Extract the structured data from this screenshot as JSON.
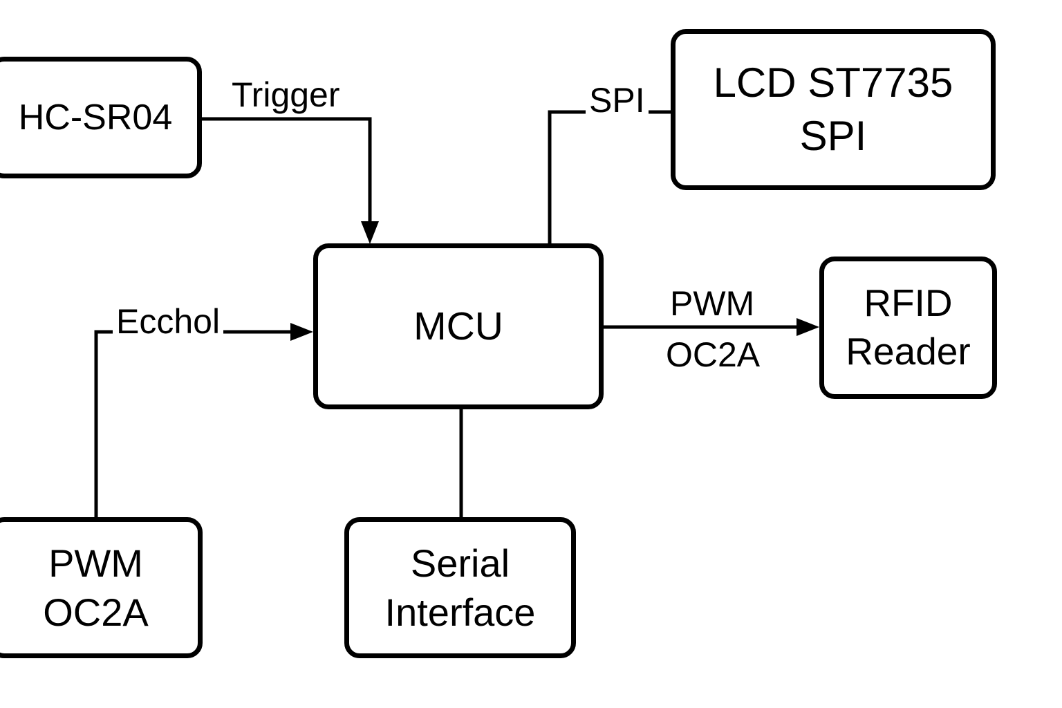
{
  "diagram": {
    "colors": {
      "stroke": "#000000",
      "background": "#ffffff"
    },
    "nodes": [
      {
        "id": "hc-sr04",
        "label_lines": [
          "HC-SR04"
        ]
      },
      {
        "id": "mcu",
        "label_lines": [
          "MCU"
        ]
      },
      {
        "id": "lcd-st7735-spi",
        "label_lines": [
          "LCD ST7735",
          "SPI"
        ]
      },
      {
        "id": "rfid-reader",
        "label_lines": [
          "RFID",
          "Reader"
        ]
      },
      {
        "id": "pwm-oc2a",
        "label_lines": [
          "PWM",
          "OC2A"
        ]
      },
      {
        "id": "serial-interface",
        "label_lines": [
          "Serial",
          "Interface"
        ]
      }
    ],
    "edges": [
      {
        "id": "trigger",
        "from": "HC-SR04",
        "to": "MCU",
        "label": "Trigger",
        "arrowhead": true
      },
      {
        "id": "spi",
        "from": "MCU",
        "to": "LCD ST7735 SPI",
        "label": "SPI",
        "arrowhead": false
      },
      {
        "id": "ecchol",
        "from": "PWM OC2A",
        "to": "MCU",
        "label": "Ecchol",
        "arrowhead": true
      },
      {
        "id": "pwm-oc2a",
        "from": "MCU",
        "to": "RFID Reader",
        "label_lines": [
          "PWM",
          "OC2A"
        ],
        "arrowhead": true
      },
      {
        "id": "serial",
        "from": "MCU",
        "to": "Serial Interface",
        "label": "",
        "arrowhead": false
      }
    ]
  }
}
